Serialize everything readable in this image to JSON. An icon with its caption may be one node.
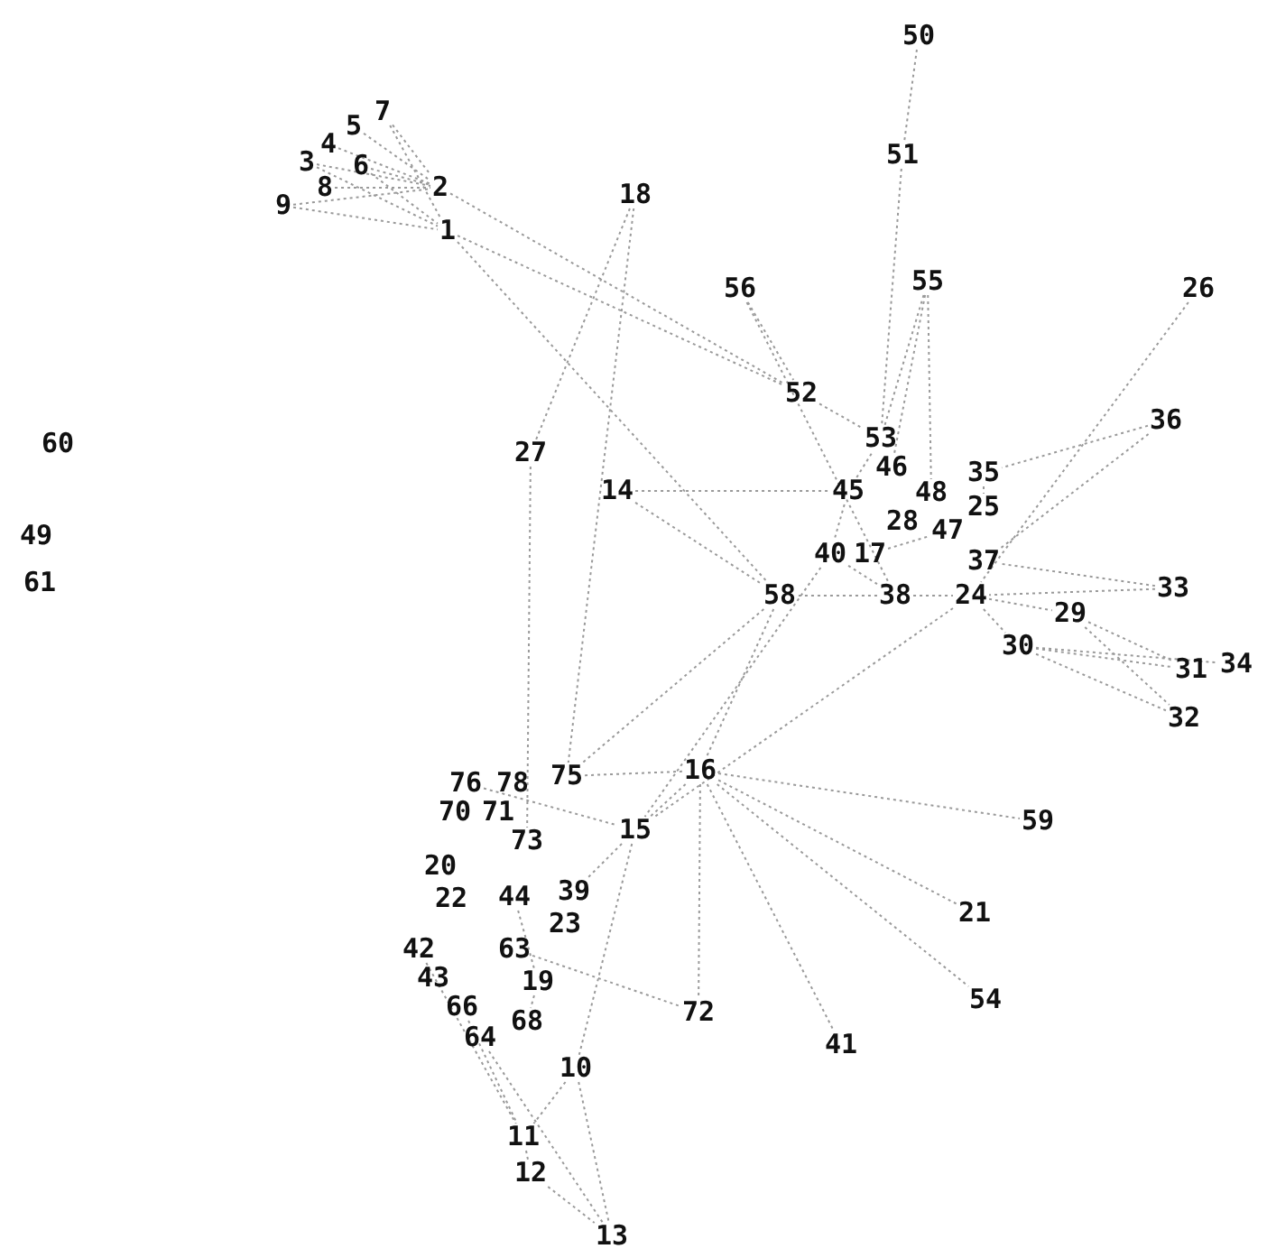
{
  "diagram": {
    "nodes": [
      {
        "text": [
          "50"
        ]
      },
      {
        "text": [
          "51"
        ]
      },
      {
        "text": [
          "7"
        ]
      },
      {
        "text": [
          "5"
        ]
      },
      {
        "text": [
          "4"
        ]
      },
      {
        "text": [
          "3"
        ]
      },
      {
        "text": [
          "6"
        ]
      },
      {
        "text": [
          "8"
        ]
      },
      {
        "text": [
          "9"
        ]
      },
      {
        "text": [
          "2"
        ]
      },
      {
        "text": [
          "1"
        ]
      },
      {
        "text": [
          "18"
        ]
      },
      {
        "text": [
          "56"
        ]
      },
      {
        "text": [
          "55"
        ]
      },
      {
        "text": [
          "26"
        ]
      },
      {
        "text": [
          "52"
        ]
      },
      {
        "text": [
          "36"
        ]
      },
      {
        "text": [
          "60"
        ]
      },
      {
        "text": [
          "27"
        ]
      },
      {
        "text": [
          "53"
        ]
      },
      {
        "text": [
          "46"
        ]
      },
      {
        "text": [
          "35"
        ]
      },
      {
        "text": [
          "14"
        ]
      },
      {
        "text": [
          "45"
        ]
      },
      {
        "text": [
          "48"
        ]
      },
      {
        "text": [
          "25"
        ]
      },
      {
        "text": [
          "28"
        ]
      },
      {
        "text": [
          "47"
        ]
      },
      {
        "text": [
          "49"
        ]
      },
      {
        "text": [
          "37"
        ]
      },
      {
        "text": [
          "33"
        ]
      },
      {
        "text": [
          "40"
        ]
      },
      {
        "text": [
          "17"
        ]
      },
      {
        "text": [
          "61"
        ]
      },
      {
        "text": [
          "58"
        ]
      },
      {
        "text": [
          "38"
        ]
      },
      {
        "text": [
          "24"
        ]
      },
      {
        "text": [
          "29"
        ]
      },
      {
        "text": [
          "30"
        ]
      },
      {
        "text": [
          "31"
        ]
      },
      {
        "text": [
          "34"
        ]
      },
      {
        "text": [
          "32"
        ]
      },
      {
        "text": [
          "75"
        ]
      },
      {
        "text": [
          "16"
        ]
      },
      {
        "text": [
          "76"
        ]
      },
      {
        "text": [
          "78"
        ]
      },
      {
        "text": [
          "70"
        ]
      },
      {
        "text": [
          "71"
        ]
      },
      {
        "text": [
          "73"
        ]
      },
      {
        "text": [
          "15"
        ]
      },
      {
        "text": [
          "59"
        ]
      },
      {
        "text": [
          "20"
        ]
      },
      {
        "text": [
          "22"
        ]
      },
      {
        "text": [
          "44"
        ]
      },
      {
        "text": [
          "39"
        ]
      },
      {
        "text": [
          "23"
        ]
      },
      {
        "text": [
          "21"
        ]
      },
      {
        "text": [
          "63"
        ]
      },
      {
        "text": [
          "19"
        ]
      },
      {
        "text": [
          "42"
        ]
      },
      {
        "text": [
          "43"
        ]
      },
      {
        "text": [
          "66"
        ]
      },
      {
        "text": [
          "64"
        ]
      },
      {
        "text": [
          "68"
        ]
      },
      {
        "text": [
          "54"
        ]
      },
      {
        "text": [
          "72"
        ]
      },
      {
        "text": [
          "10"
        ]
      },
      {
        "text": [
          "41"
        ]
      },
      {
        "text": [
          "11"
        ]
      },
      {
        "text": [
          "12"
        ]
      },
      {
        "text": [
          "13"
        ]
      }
    ],
    "edges": [
      {
        "from": 2,
        "to": 9,
        "arrow": "none"
      },
      {
        "from": 3,
        "to": 9,
        "arrow": "none"
      },
      {
        "from": 4,
        "to": 9,
        "arrow": "none"
      },
      {
        "from": 5,
        "to": 9,
        "arrow": "none"
      },
      {
        "from": 6,
        "to": 9,
        "arrow": "none"
      },
      {
        "from": 7,
        "to": 9,
        "arrow": "none"
      },
      {
        "from": 8,
        "to": 9,
        "arrow": "none"
      },
      {
        "from": 2,
        "to": 10,
        "arrow": "none"
      },
      {
        "from": 5,
        "to": 10,
        "arrow": "none"
      },
      {
        "from": 8,
        "to": 10,
        "arrow": "none"
      },
      {
        "from": 6,
        "to": 10,
        "arrow": "none"
      },
      {
        "from": 9,
        "to": 15,
        "arrow": "none"
      },
      {
        "from": 10,
        "to": 15,
        "arrow": "none"
      },
      {
        "from": 10,
        "to": 34,
        "arrow": "none"
      },
      {
        "from": 11,
        "to": 18,
        "arrow": "none"
      },
      {
        "from": 11,
        "to": 42,
        "arrow": "none"
      },
      {
        "from": 12,
        "to": 15,
        "arrow": "none"
      },
      {
        "from": 12,
        "to": 35,
        "arrow": "none"
      },
      {
        "from": 0,
        "to": 1,
        "arrow": "none"
      },
      {
        "from": 1,
        "to": 19,
        "arrow": "none"
      },
      {
        "from": 13,
        "to": 19,
        "arrow": "none"
      },
      {
        "from": 13,
        "to": 20,
        "arrow": "none"
      },
      {
        "from": 13,
        "to": 24,
        "arrow": "none"
      },
      {
        "from": 14,
        "to": 36,
        "arrow": "none"
      },
      {
        "from": 16,
        "to": 21,
        "arrow": "none"
      },
      {
        "from": 16,
        "to": 29,
        "arrow": "none"
      },
      {
        "from": 22,
        "to": 23,
        "arrow": "none"
      },
      {
        "from": 22,
        "to": 34,
        "arrow": "none"
      },
      {
        "from": 18,
        "to": 48,
        "arrow": "none"
      },
      {
        "from": 30,
        "to": 29,
        "arrow": "none"
      },
      {
        "from": 30,
        "to": 36,
        "arrow": "none"
      },
      {
        "from": 37,
        "to": 39,
        "arrow": "none"
      },
      {
        "from": 37,
        "to": 41,
        "arrow": "none"
      },
      {
        "from": 38,
        "to": 39,
        "arrow": "none"
      },
      {
        "from": 38,
        "to": 41,
        "arrow": "none"
      },
      {
        "from": 38,
        "to": 40,
        "arrow": "none"
      },
      {
        "from": 36,
        "to": 38,
        "arrow": "none"
      },
      {
        "from": 35,
        "to": 34,
        "arrow": "none"
      },
      {
        "from": 34,
        "to": 43,
        "arrow": "none"
      },
      {
        "from": 34,
        "to": 42,
        "arrow": "none"
      },
      {
        "from": 43,
        "to": 49,
        "arrow": "none"
      },
      {
        "from": 43,
        "to": 50,
        "arrow": "none"
      },
      {
        "from": 43,
        "to": 56,
        "arrow": "none"
      },
      {
        "from": 43,
        "to": 64,
        "arrow": "none"
      },
      {
        "from": 43,
        "to": 67,
        "arrow": "none"
      },
      {
        "from": 43,
        "to": 65,
        "arrow": "none"
      },
      {
        "from": 42,
        "to": 43,
        "arrow": "none"
      },
      {
        "from": 49,
        "to": 54,
        "arrow": "none"
      },
      {
        "from": 44,
        "to": 49,
        "arrow": "none"
      },
      {
        "from": 49,
        "to": 66,
        "arrow": "none"
      },
      {
        "from": 53,
        "to": 58,
        "arrow": "none"
      },
      {
        "from": 58,
        "to": 63,
        "arrow": "none"
      },
      {
        "from": 61,
        "to": 68,
        "arrow": "none"
      },
      {
        "from": 59,
        "to": 68,
        "arrow": "none"
      },
      {
        "from": 66,
        "to": 70,
        "arrow": "none"
      },
      {
        "from": 66,
        "to": 68,
        "arrow": "none"
      },
      {
        "from": 68,
        "to": 69,
        "arrow": "none"
      },
      {
        "from": 69,
        "to": 70,
        "arrow": "none"
      },
      {
        "from": 62,
        "to": 70,
        "arrow": "none"
      },
      {
        "from": 57,
        "to": 65,
        "arrow": "none"
      },
      {
        "from": 31,
        "to": 49,
        "arrow": "none"
      },
      {
        "from": 36,
        "to": 49,
        "arrow": "none"
      },
      {
        "from": 23,
        "to": 31,
        "arrow": "none"
      },
      {
        "from": 23,
        "to": 19,
        "arrow": "none"
      },
      {
        "from": 31,
        "to": 35,
        "arrow": "none"
      },
      {
        "from": 35,
        "to": 36,
        "arrow": "none"
      },
      {
        "from": 36,
        "to": 37,
        "arrow": "none"
      },
      {
        "from": 15,
        "to": 19,
        "arrow": "none"
      },
      {
        "from": 21,
        "to": 25,
        "arrow": "none"
      },
      {
        "from": 32,
        "to": 27,
        "arrow": "none"
      }
    ]
  }
}
